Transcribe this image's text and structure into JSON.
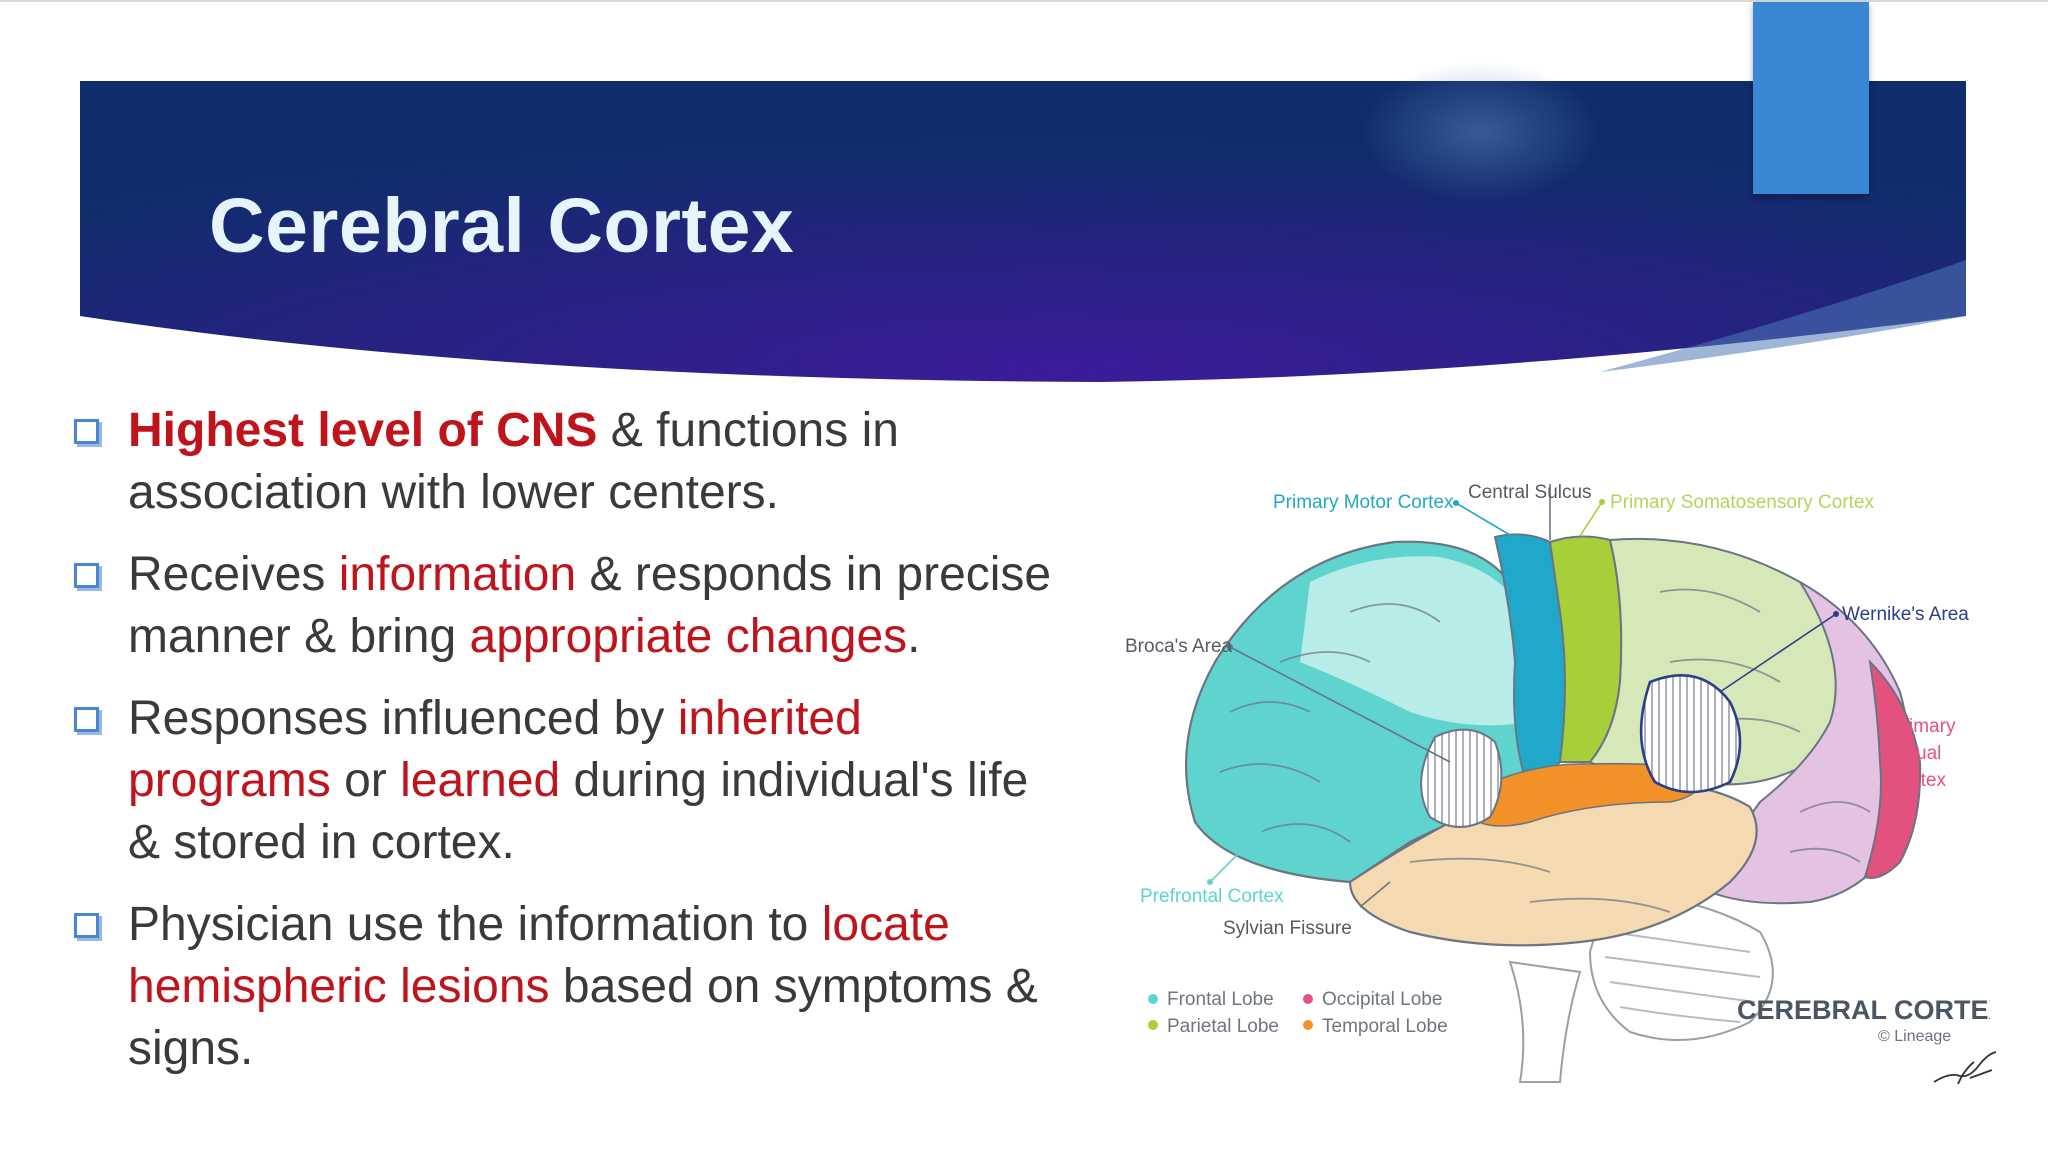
{
  "slide": {
    "title": "Cerebral Cortex",
    "bullets": [
      {
        "runs": [
          {
            "text": "Highest level of CNS",
            "style": "red bold"
          },
          {
            "text": " & functions in association with lower centers.",
            "style": ""
          }
        ]
      },
      {
        "runs": [
          {
            "text": "Receives ",
            "style": ""
          },
          {
            "text": "information",
            "style": "red"
          },
          {
            "text": " & responds in precise manner & bring ",
            "style": ""
          },
          {
            "text": "appropriate changes",
            "style": "red"
          },
          {
            "text": ".",
            "style": ""
          }
        ]
      },
      {
        "runs": [
          {
            "text": "Responses influenced by ",
            "style": ""
          },
          {
            "text": "inherited programs",
            "style": "red"
          },
          {
            "text": " or ",
            "style": ""
          },
          {
            "text": "learned",
            "style": "red"
          },
          {
            "text": " during individual's life & stored in cortex.",
            "style": ""
          }
        ]
      },
      {
        "runs": [
          {
            "text": "Physician use the information to ",
            "style": ""
          },
          {
            "text": "locate hemispheric lesions",
            "style": "red"
          },
          {
            "text": " based on symptoms & signs.",
            "style": ""
          }
        ]
      }
    ]
  },
  "figure": {
    "labels": {
      "primary_motor": "Primary Motor Cortex",
      "central_sulcus": "Central Sulcus",
      "somatosensory": "Primary Somatosensory Cortex",
      "wernike": "Wernike's Area",
      "broca": "Broca's Area",
      "visual_1": "Primary",
      "visual_2": "Visual",
      "visual_3": "Cortex",
      "prefrontal": "Prefrontal Cortex",
      "sylvian": "Sylvian Fissure"
    },
    "legend": {
      "frontal": "Frontal Lobe",
      "parietal": "Parietal Lobe",
      "occipital": "Occipital Lobe",
      "temporal": "Temporal Lobe"
    },
    "caption": "CEREBRAL CORTEX",
    "credit": "© Lineage"
  },
  "colors": {
    "title_text": "#e6f4fb",
    "emphasis_red": "#c0141c",
    "body_text": "#3a3a3a",
    "bullet_marker": "#4a86d4",
    "accent_tab": "#3a87d6",
    "banner_dark": "#0f2d6b",
    "banner_purple": "#3b1c9a",
    "frontal": "#5fd4cf",
    "motor": "#1fa8c9",
    "somatosensory": "#a7cf3a",
    "parietal": "#d6e8b8",
    "temporal": "#f5d9b0",
    "occipital": "#e4c2e2",
    "visual": "#e3527f",
    "sylvian": "#f29128"
  }
}
